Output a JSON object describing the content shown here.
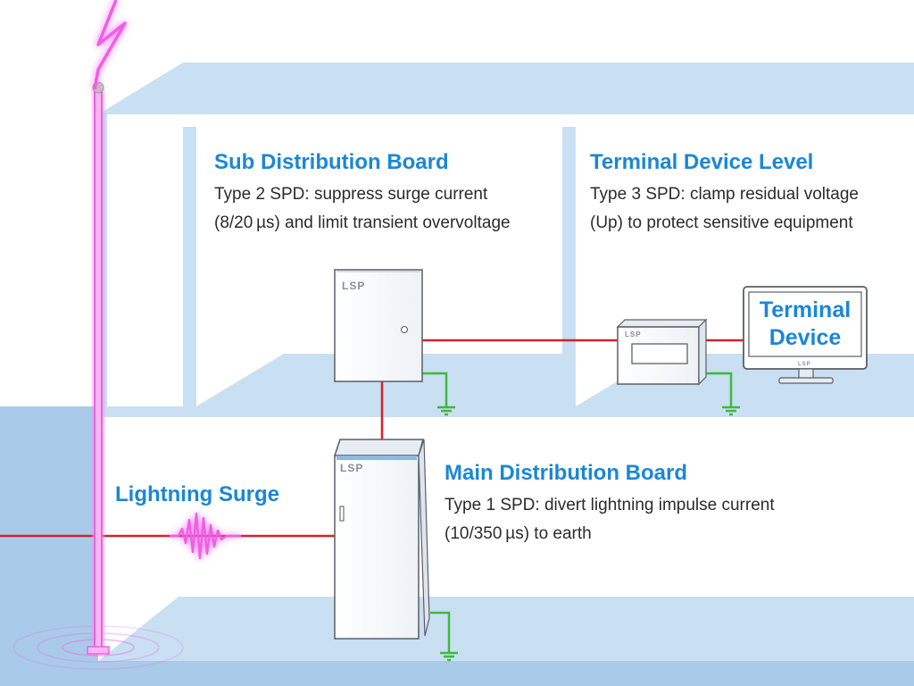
{
  "sections": {
    "sub_board": {
      "title": "Sub Distribution Board",
      "line1": "Type 2 SPD: suppress surge current",
      "line2": "(8/20 µs) and limit transient overvoltage"
    },
    "terminal_level": {
      "title": "Terminal Device Level",
      "line1": "Type 3 SPD: clamp residual voltage",
      "line2": "(Up) to protect sensitive equipment"
    },
    "main_board": {
      "title": "Main Distribution Board",
      "line1": "Type 1 SPD: divert lightning impulse current",
      "line2": "(10/350 µs) to earth"
    }
  },
  "surge_label": "Lightning Surge",
  "brand": "LSP",
  "terminal_device": {
    "line1": "Terminal",
    "line2": "Device"
  },
  "colors": {
    "heading": "#1a87d6",
    "wire": "#d6202a",
    "ground": "#3dba3c",
    "lightning": "#ee5fe6",
    "floor": "#c9dff2"
  }
}
